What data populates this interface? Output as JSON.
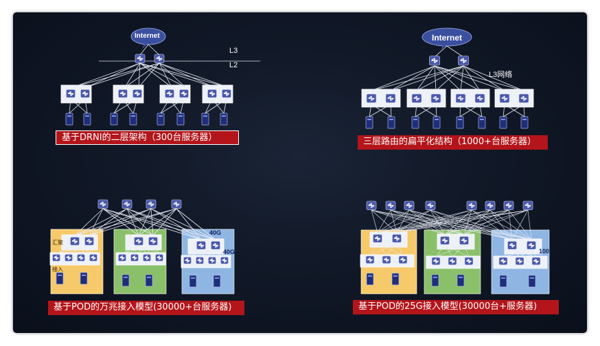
{
  "diagram1": {
    "internet": "Internet",
    "layer_top": "L3",
    "layer_bottom": "L2",
    "caption": "基于DRNI的二层架构（300台服务器）"
  },
  "diagram2": {
    "internet": "Internet",
    "network_label": "L3网络",
    "caption": "三层路由的扁平化结构（1000+台服务器）"
  },
  "diagram3": {
    "speed_top": "40G",
    "speed_side": "40G",
    "tier_agg": "汇聚",
    "tier_access": "接入",
    "caption": "基于POD的万兆接入模型(30000+台服务器)"
  },
  "diagram4": {
    "speed_label": "100",
    "caption": "基于POD的25G接入模型(30000台+服务器)"
  },
  "colors": {
    "caption_bg": "#b3151b",
    "pod_yellow": "#f6c96a",
    "pod_green": "#8bc06a",
    "pod_blue": "#8fb6e3",
    "switch_blue": "#4a58a8",
    "cloud": "#3b4fa0"
  }
}
